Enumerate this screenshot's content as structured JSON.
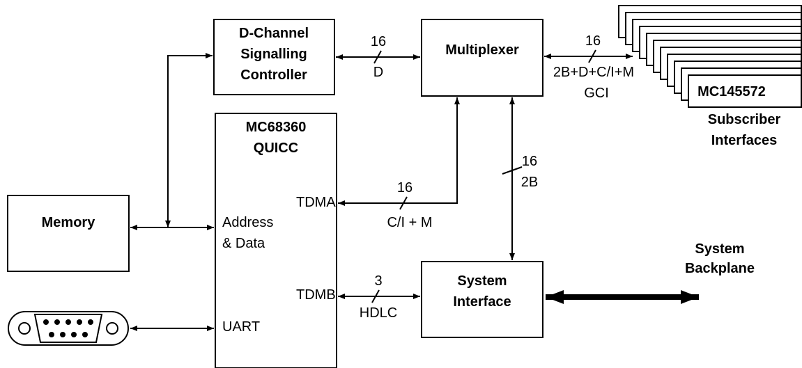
{
  "dcsc": {
    "line1": "D-Channel",
    "line2": "Signalling",
    "line3": "Controller"
  },
  "mux": {
    "label": "Multiplexer"
  },
  "quicc": {
    "line1": "MC68360",
    "line2": "QUICC",
    "tdma": "TDMA",
    "addr1": "Address",
    "addr2": "& Data",
    "tdmb": "TDMB",
    "uart": "UART"
  },
  "memory": {
    "label": "Memory"
  },
  "sysif": {
    "line1": "System",
    "line2": "Interface"
  },
  "subscriber": {
    "chip": "MC145572",
    "line1": "Subscriber",
    "line2": "Interfaces"
  },
  "backplane": {
    "line1": "System",
    "line2": "Backplane"
  },
  "buses": {
    "dcsc_mux_width": "16",
    "dcsc_mux_name": "D",
    "mux_sub_width": "16",
    "mux_sub_name1": "2B+D+C/I+M",
    "mux_sub_name2": "GCI",
    "mux_sys_width": "16",
    "mux_sys_name": "2B",
    "tdma_width": "16",
    "tdma_name": "C/I + M",
    "tdmb_width": "3",
    "tdmb_name": "HDLC"
  },
  "colors": {
    "line": "#000000",
    "background": "#ffffff"
  },
  "icons": {
    "serial_port": "db9-connector-icon"
  }
}
